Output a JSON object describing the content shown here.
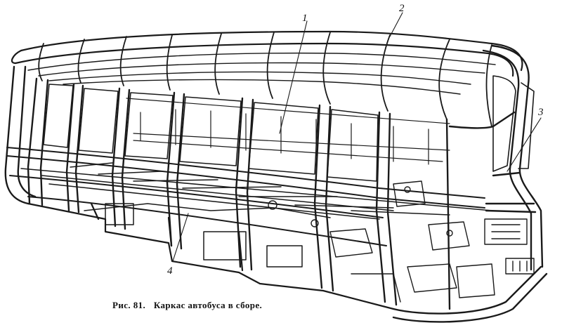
{
  "figure": {
    "callouts": [
      "1",
      "2",
      "3",
      "4"
    ],
    "caption": {
      "number": "Рис. 81.",
      "text": "Каркас автобуса в сборе."
    }
  }
}
